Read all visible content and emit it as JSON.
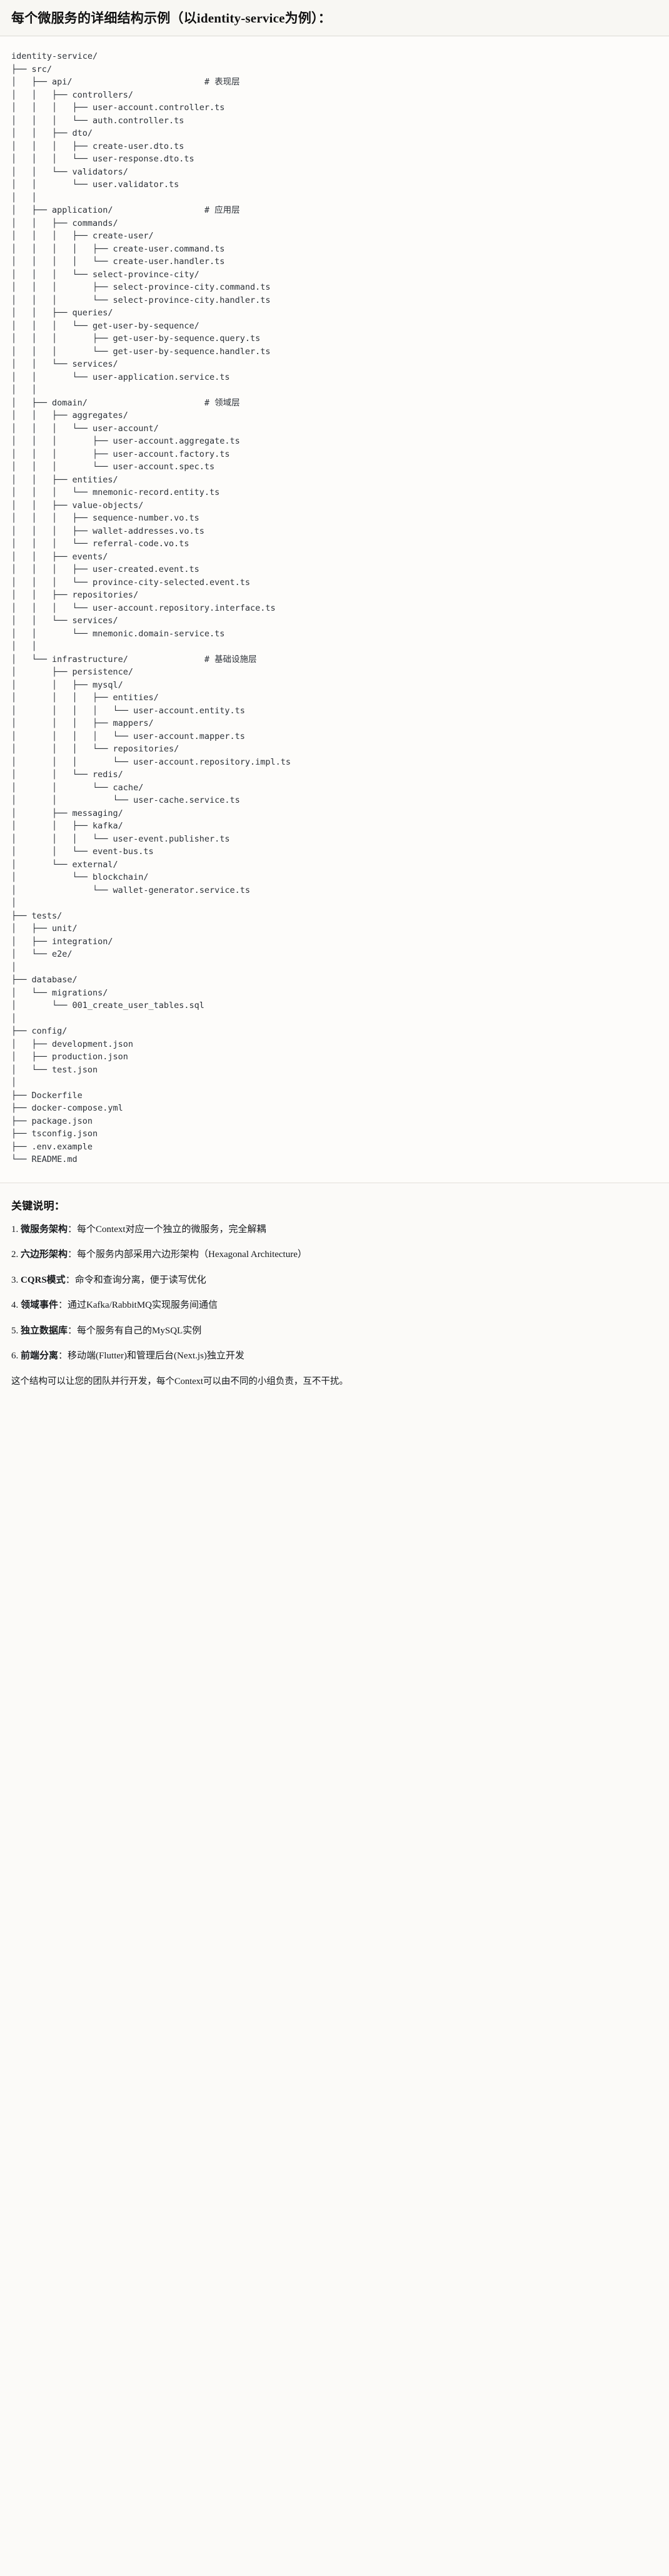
{
  "header": {
    "title": "每个微服务的详细结构示例（以identity-service为例）："
  },
  "tree": {
    "lines": [
      "identity-service/",
      "├── src/",
      "│   ├── api/                          # 表现层",
      "│   │   ├── controllers/",
      "│   │   │   ├── user-account.controller.ts",
      "│   │   │   └── auth.controller.ts",
      "│   │   ├── dto/",
      "│   │   │   ├── create-user.dto.ts",
      "│   │   │   └── user-response.dto.ts",
      "│   │   └── validators/",
      "│   │       └── user.validator.ts",
      "│   │",
      "│   ├── application/                  # 应用层",
      "│   │   ├── commands/",
      "│   │   │   ├── create-user/",
      "│   │   │   │   ├── create-user.command.ts",
      "│   │   │   │   └── create-user.handler.ts",
      "│   │   │   └── select-province-city/",
      "│   │   │       ├── select-province-city.command.ts",
      "│   │   │       └── select-province-city.handler.ts",
      "│   │   ├── queries/",
      "│   │   │   └── get-user-by-sequence/",
      "│   │   │       ├── get-user-by-sequence.query.ts",
      "│   │   │       └── get-user-by-sequence.handler.ts",
      "│   │   └── services/",
      "│   │       └── user-application.service.ts",
      "│   │",
      "│   ├── domain/                       # 领域层",
      "│   │   ├── aggregates/",
      "│   │   │   └── user-account/",
      "│   │   │       ├── user-account.aggregate.ts",
      "│   │   │       ├── user-account.factory.ts",
      "│   │   │       └── user-account.spec.ts",
      "│   │   ├── entities/",
      "│   │   │   └── mnemonic-record.entity.ts",
      "│   │   ├── value-objects/",
      "│   │   │   ├── sequence-number.vo.ts",
      "│   │   │   ├── wallet-addresses.vo.ts",
      "│   │   │   └── referral-code.vo.ts",
      "│   │   ├── events/",
      "│   │   │   ├── user-created.event.ts",
      "│   │   │   └── province-city-selected.event.ts",
      "│   │   ├── repositories/",
      "│   │   │   └── user-account.repository.interface.ts",
      "│   │   └── services/",
      "│   │       └── mnemonic.domain-service.ts",
      "│   │",
      "│   └── infrastructure/               # 基础设施层",
      "│       ├── persistence/",
      "│       │   ├── mysql/",
      "│       │   │   ├── entities/",
      "│       │   │   │   └── user-account.entity.ts",
      "│       │   │   ├── mappers/",
      "│       │   │   │   └── user-account.mapper.ts",
      "│       │   │   └── repositories/",
      "│       │   │       └── user-account.repository.impl.ts",
      "│       │   └── redis/",
      "│       │       └── cache/",
      "│       │           └── user-cache.service.ts",
      "│       ├── messaging/",
      "│       │   ├── kafka/",
      "│       │   │   └── user-event.publisher.ts",
      "│       │   └── event-bus.ts",
      "│       └── external/",
      "│           └── blockchain/",
      "│               └── wallet-generator.service.ts",
      "│",
      "├── tests/",
      "│   ├── unit/",
      "│   ├── integration/",
      "│   └── e2e/",
      "│",
      "├── database/",
      "│   └── migrations/",
      "│       └── 001_create_user_tables.sql",
      "│",
      "├── config/",
      "│   ├── development.json",
      "│   ├── production.json",
      "│   └── test.json",
      "│",
      "├── Dockerfile",
      "├── docker-compose.yml",
      "├── package.json",
      "├── tsconfig.json",
      "├── .env.example",
      "└── README.md"
    ]
  },
  "notes": {
    "heading": "关键说明：",
    "items": [
      {
        "index": "1.",
        "term": "微服务架构",
        "desc": "：每个Context对应一个独立的微服务，完全解耦"
      },
      {
        "index": "2.",
        "term": "六边形架构",
        "desc": "：每个服务内部采用六边形架构（Hexagonal Architecture）"
      },
      {
        "index": "3.",
        "term": "CQRS模式",
        "desc": "：命令和查询分离，便于读写优化"
      },
      {
        "index": "4.",
        "term": "领域事件",
        "desc": "：通过Kafka/RabbitMQ实现服务间通信"
      },
      {
        "index": "5.",
        "term": "独立数据库",
        "desc": "：每个服务有自己的MySQL实例"
      },
      {
        "index": "6.",
        "term": "前端分离",
        "desc": "：移动端(Flutter)和管理后台(Next.js)独立开发"
      }
    ],
    "closing": "这个结构可以让您的团队并行开发，每个Context可以由不同的小组负责，互不干扰。"
  },
  "colors": {
    "page_bg": "#fbfaf8",
    "header_bg": "#f8f7f3",
    "tree_bg": "#fdfcfa",
    "text": "#1a1a1a",
    "tree_text": "#2c3138",
    "divider": "#dcdad4"
  }
}
